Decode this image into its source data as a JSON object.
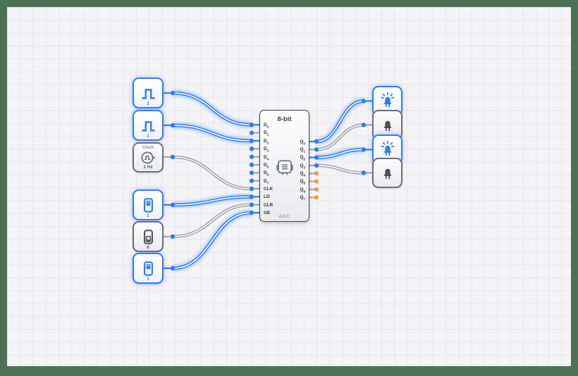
{
  "colors": {
    "signal_high": "#2e7cf6",
    "signal_low": "#a0a5ac",
    "floating_pin": "#f5942e",
    "frame": "#4d7156"
  },
  "inputs": {
    "pulse_button_1": {
      "value": "1",
      "state": "high"
    },
    "pulse_button_2": {
      "value": "1",
      "state": "high"
    },
    "clock": {
      "name": "Clock",
      "frequency": "1 Hz",
      "state": "low"
    },
    "toggle_1": {
      "value": "1",
      "state": "high"
    },
    "toggle_2": {
      "value": "0",
      "state": "low"
    },
    "toggle_3": {
      "value": "1",
      "state": "high"
    }
  },
  "register": {
    "title": "8-bit",
    "label": "ACC",
    "left_pins": [
      "D0",
      "D1",
      "D2",
      "D3",
      "D4",
      "D5",
      "D6",
      "D7",
      "CLK",
      "LD",
      "CLR",
      "OE"
    ],
    "right_pins": [
      "Q0",
      "Q1",
      "Q2",
      "Q3",
      "Q4",
      "Q5",
      "Q6",
      "Q7"
    ],
    "floating_pins": [
      "Q4",
      "Q5",
      "Q6",
      "Q7"
    ]
  },
  "leds": [
    {
      "id": "led-1",
      "state": "on"
    },
    {
      "id": "led-2",
      "state": "off"
    },
    {
      "id": "led-3",
      "state": "on"
    },
    {
      "id": "led-4",
      "state": "off"
    }
  ],
  "wires": [
    {
      "from": "pulse-button-1",
      "to": "D0",
      "state": "high"
    },
    {
      "from": "pulse-button-2",
      "to": "D2",
      "state": "high"
    },
    {
      "from": "clock",
      "to": "CLK",
      "state": "low"
    },
    {
      "from": "toggle-1",
      "to": "LD",
      "state": "high"
    },
    {
      "from": "toggle-2",
      "to": "CLR",
      "state": "low"
    },
    {
      "from": "toggle-3",
      "to": "OE",
      "state": "high"
    },
    {
      "from": "Q0",
      "to": "led-1",
      "state": "high"
    },
    {
      "from": "Q1",
      "to": "led-2",
      "state": "low"
    },
    {
      "from": "Q2",
      "to": "led-3",
      "state": "high"
    },
    {
      "from": "Q3",
      "to": "led-4",
      "state": "low"
    }
  ]
}
